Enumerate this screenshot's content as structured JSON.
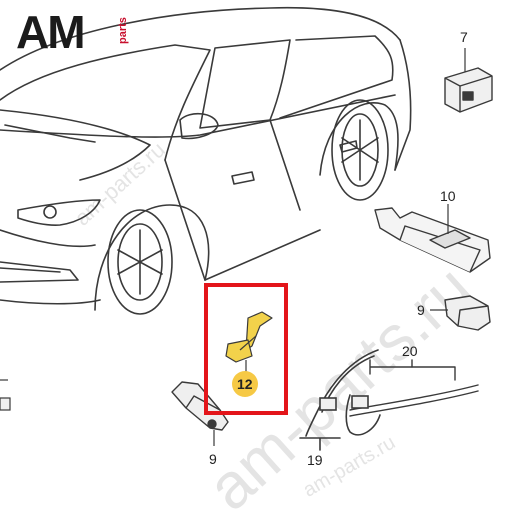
{
  "logo": {
    "main": "AM",
    "sub": "parts"
  },
  "watermark": {
    "main": "am-parts.ru",
    "small_top": "am-parts.ru",
    "small_bottom": "am-parts.ru"
  },
  "callouts": {
    "c7": "7",
    "c10": "10",
    "c9_right": "9",
    "c20": "20",
    "c12": "12",
    "c9_bottom": "9",
    "c19": "19"
  },
  "colors": {
    "highlight_box": "#e3151a",
    "part_yellow": "#f2d24b",
    "badge_yellow": "#f6c945",
    "line": "#3a3a3a"
  }
}
